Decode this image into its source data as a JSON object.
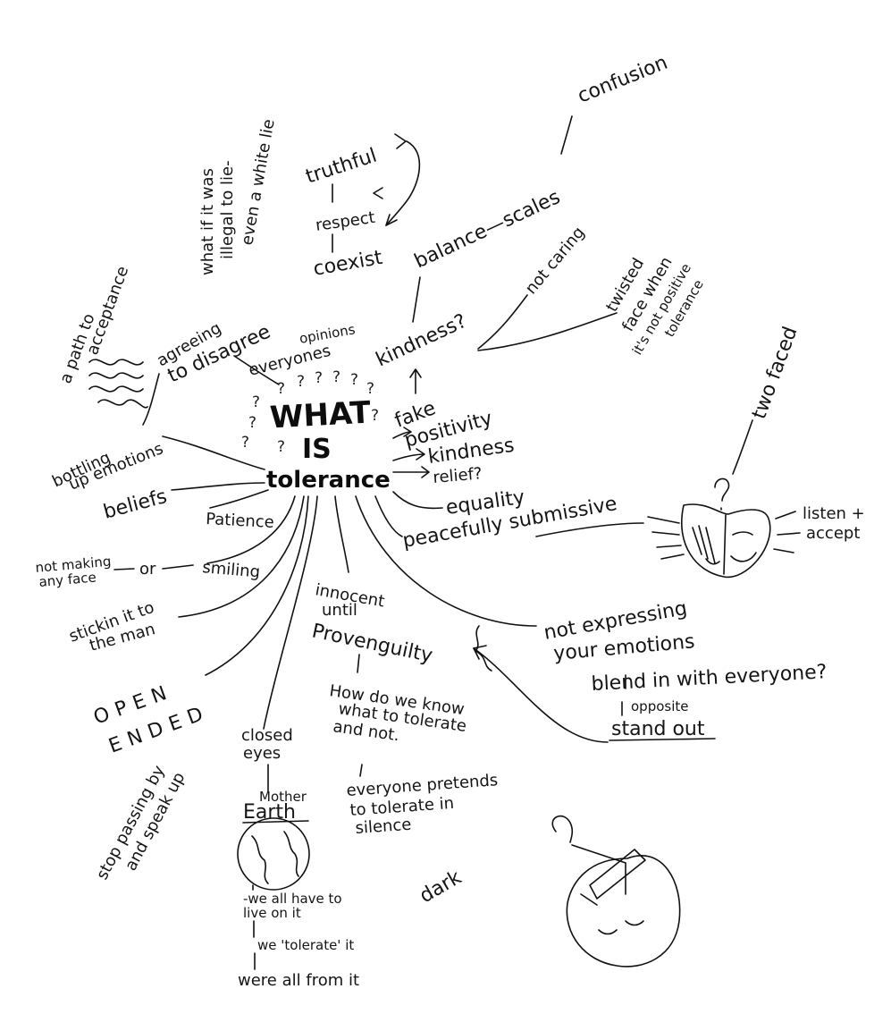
{
  "center": {
    "line1": "WHAT",
    "line2": "IS",
    "line3": "tolerance"
  },
  "question_marks": "?",
  "nodes": {
    "confusion": "confusion",
    "truthful": "truthful",
    "respect": "respect",
    "coexist": "coexist",
    "illegal_lie_1": "what if it was",
    "illegal_lie_2": "illegal to lie-",
    "illegal_lie_3": "even a white lie",
    "balance_scales": "balance—scales",
    "not_caring": "not caring",
    "twisted_1": "twisted",
    "twisted_2": "face when",
    "twisted_3": "it's not positive",
    "twisted_4": "tolerance",
    "path_acceptance_1": "a path to",
    "path_acceptance_2": "acceptance",
    "agreeing_1": "agreeing",
    "agreeing_2": "to disagree",
    "opinions_1": "everyones",
    "opinions_2": "opinions",
    "kindness_q": "kindness?",
    "two_faced": "two faced",
    "fake": "fake",
    "positivity": "positivity",
    "kindness": "kindness",
    "relief": "relief?",
    "equality": "equality",
    "bottling_1": "bottling",
    "bottling_2": "up emotions",
    "beliefs": "beliefs",
    "patience": "Patience",
    "submissive": "peacefully submissive",
    "listen_1": "listen +",
    "listen_2": "accept",
    "not_making_1": "not making",
    "not_making_2": "any face",
    "or": "or",
    "smiling": "smiling",
    "sticking_1": "stickin it to",
    "sticking_2": "the man",
    "innocent_1": "innocent",
    "innocent_2": "until",
    "innocent_3": "Provenguilty",
    "not_expressing_1": "not expressing",
    "not_expressing_2": "your emotions",
    "blend_in": "blend in with everyone?",
    "opposite": "opposite",
    "stand_out": "stand out",
    "open_ended_1": "OPEN",
    "open_ended_2": "ENDED",
    "how_do_1": "How do we know",
    "how_do_2": "what to tolerate",
    "how_do_3": "and not.",
    "closed_eyes_1": "closed",
    "closed_eyes_2": "eyes",
    "mother": "Mother",
    "earth": "Earth",
    "everyone_pretends_1": "everyone pretends",
    "everyone_pretends_2": "to tolerate in",
    "everyone_pretends_3": "silence",
    "stop_passing_1": "stop passing by",
    "stop_passing_2": "and speak up",
    "dark": "dark",
    "live_on_1": "-we all have to",
    "live_on_2": "live on it",
    "we_tolerate": "we 'tolerate' it",
    "all_from": "were all from it"
  }
}
